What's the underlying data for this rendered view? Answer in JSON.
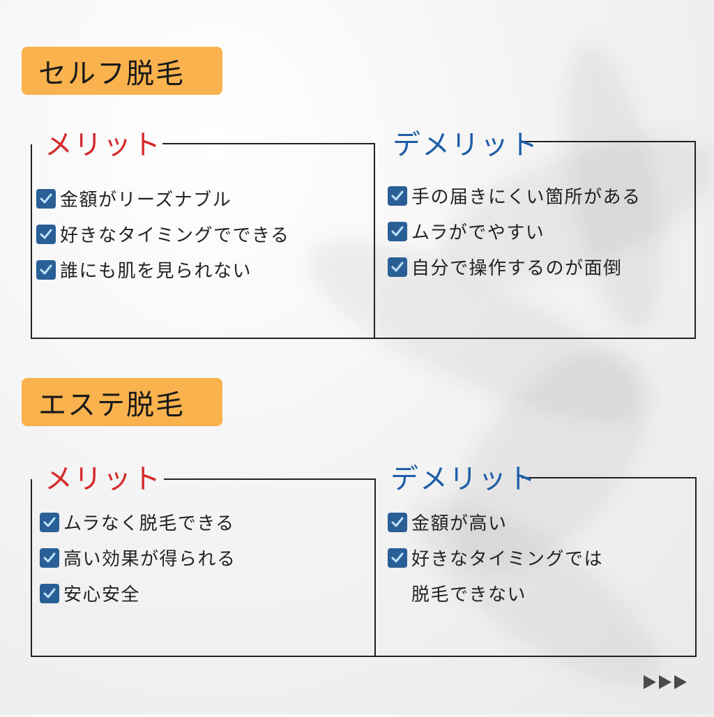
{
  "colors": {
    "tag_bg": "#f9b24d",
    "merit": "#d42a2a",
    "demerit": "#1f5ea8",
    "checkbox": "#2a5f96",
    "check_mark": "#bfe3ff",
    "frame": "#222222",
    "arrow": "#4a4a4a"
  },
  "sections": [
    {
      "tag": "セルフ脱毛",
      "merit": {
        "title": "メリット",
        "items": [
          "金額がリーズナブル",
          "好きなタイミングでできる",
          "誰にも肌を見られない"
        ]
      },
      "demerit": {
        "title": "デメリット",
        "items": [
          "手の届きにくい箇所がある",
          "ムラがでやすい",
          "自分で操作するのが面倒"
        ]
      }
    },
    {
      "tag": "エステ脱毛",
      "merit": {
        "title": "メリット",
        "items": [
          "ムラなく脱毛できる",
          "高い効果が得られる",
          "安心安全"
        ]
      },
      "demerit": {
        "title": "デメリット",
        "items": [
          "金額が高い",
          "好きなタイミングでは",
          "脱毛できない"
        ]
      }
    }
  ],
  "next_indicator": {
    "icon": "triple-right-arrow-icon",
    "glyph": "▶▶▶"
  }
}
